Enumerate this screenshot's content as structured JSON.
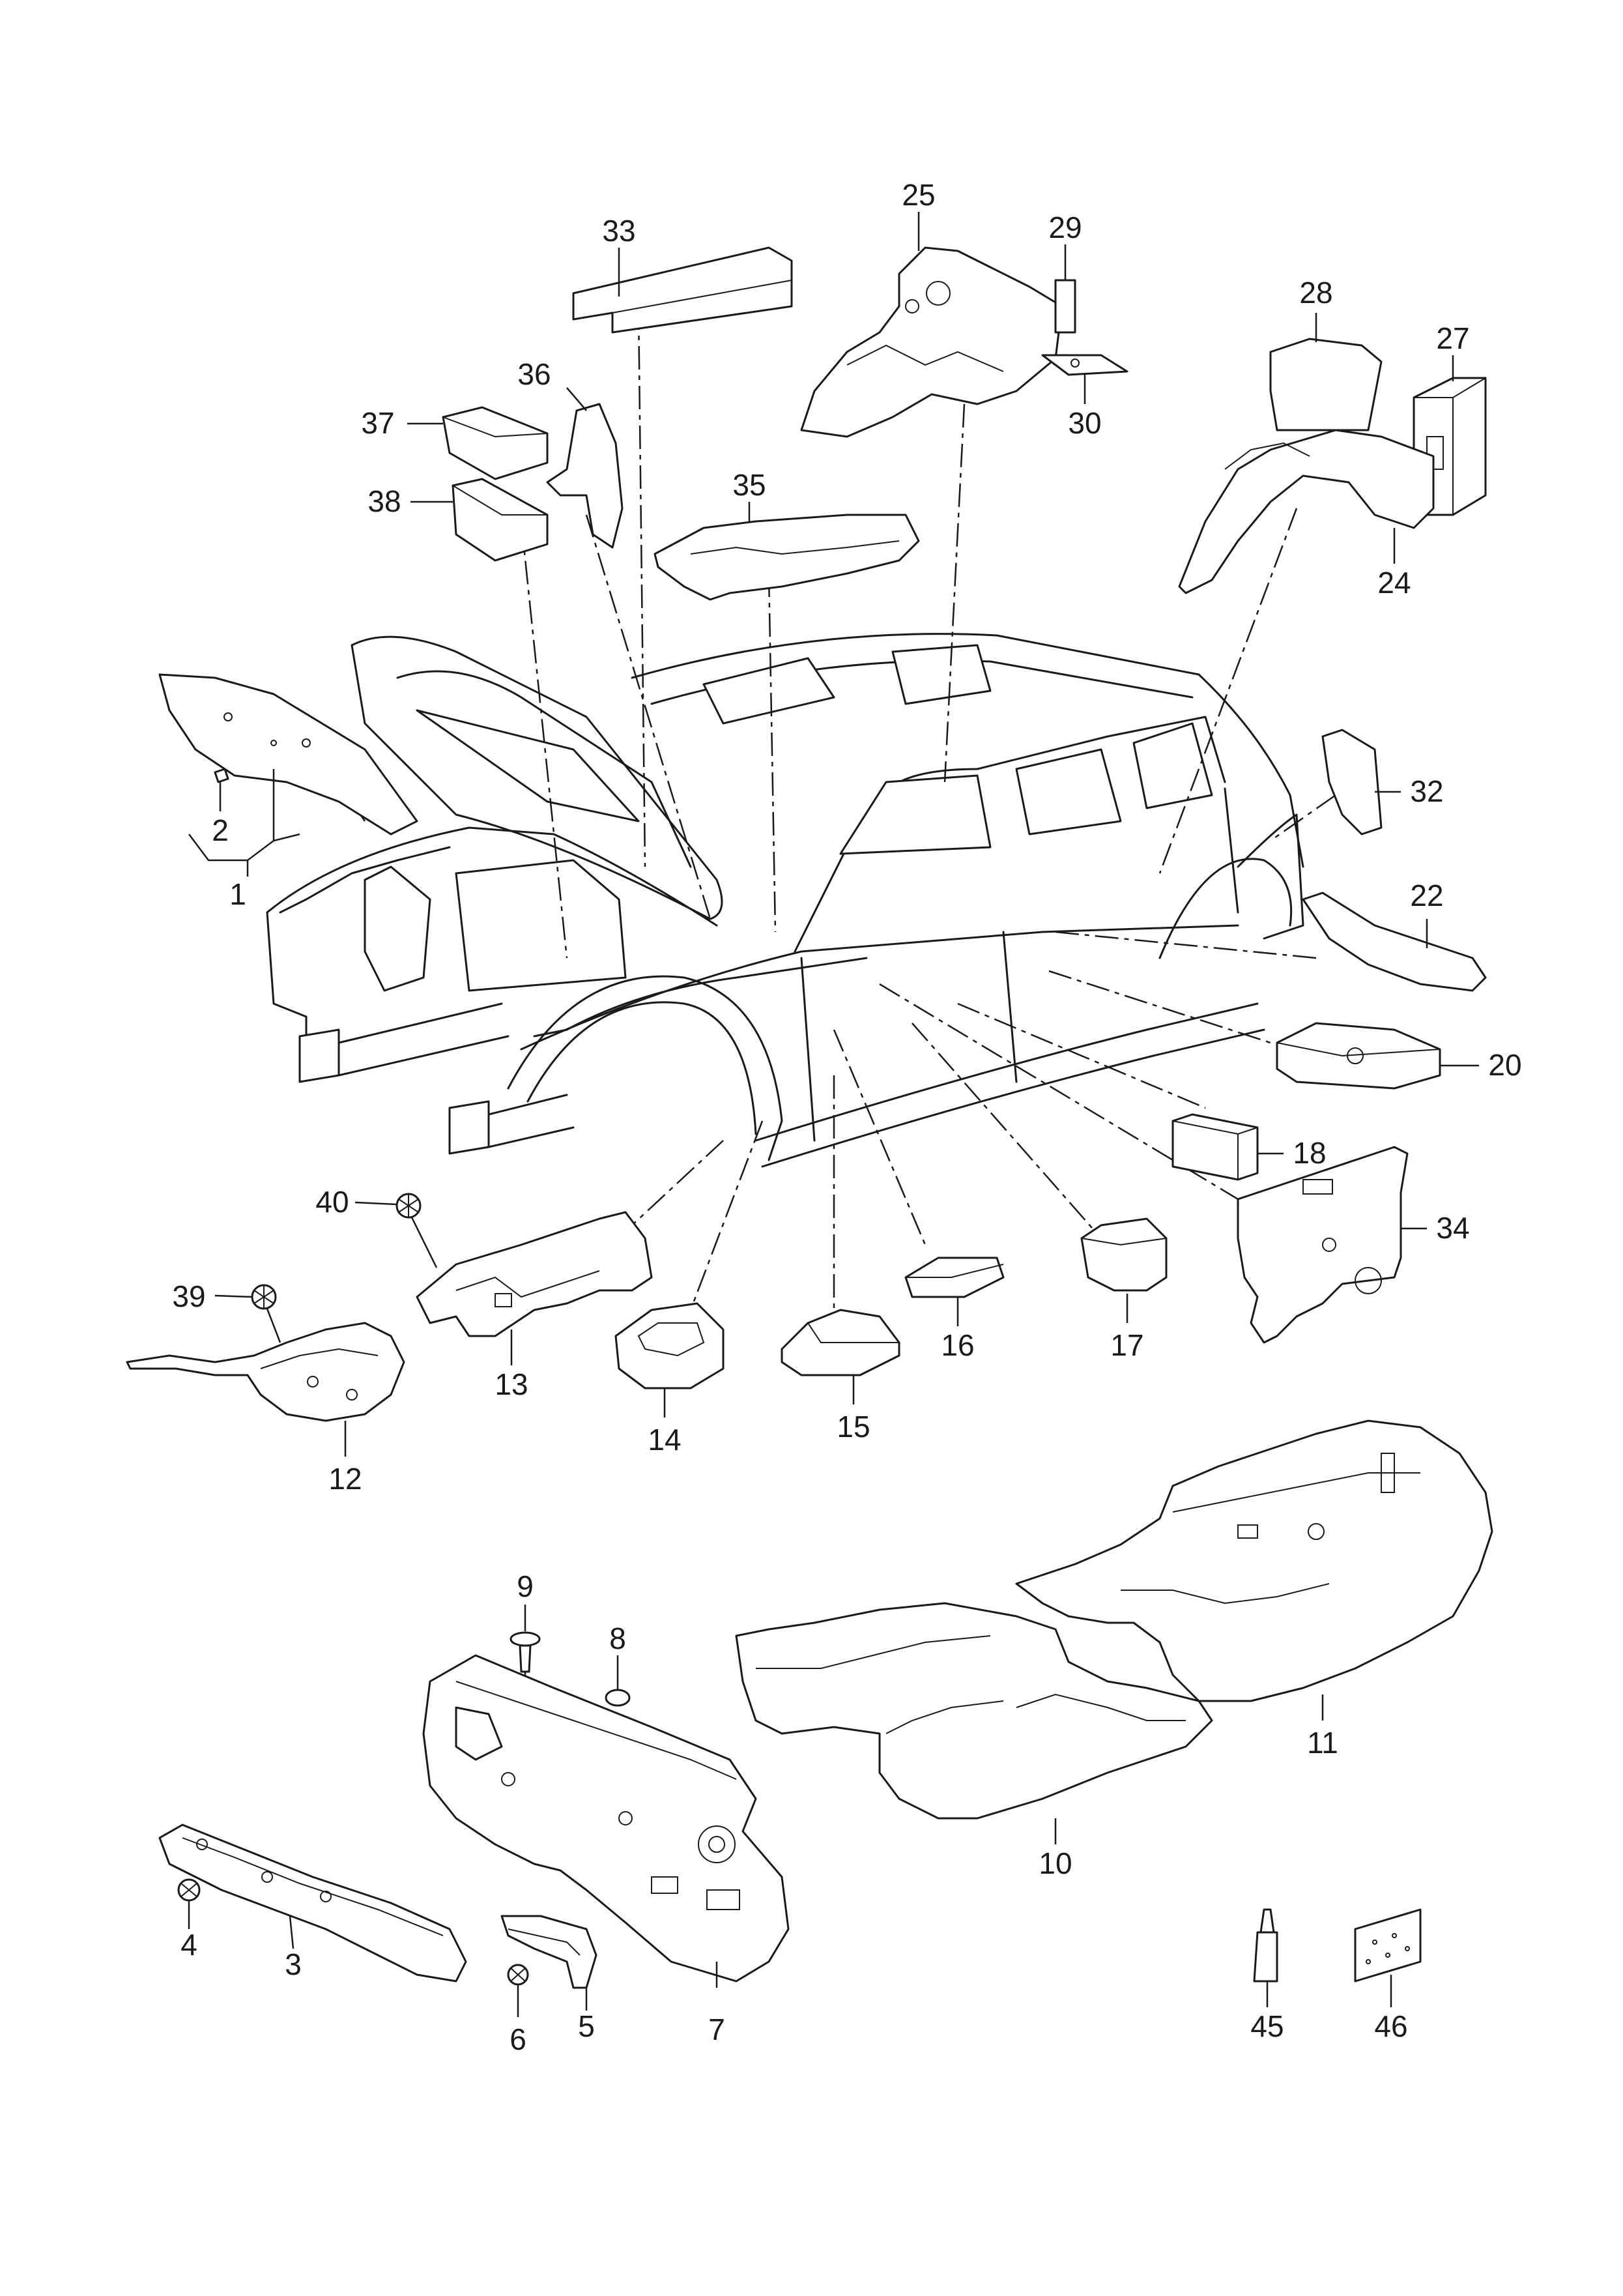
{
  "callouts": [
    "1",
    "2",
    "3",
    "4",
    "5",
    "6",
    "7",
    "8",
    "9",
    "10",
    "11",
    "12",
    "13",
    "14",
    "15",
    "16",
    "17",
    "18",
    "20",
    "22",
    "24",
    "25",
    "27",
    "28",
    "29",
    "30",
    "32",
    "33",
    "34",
    "35",
    "36",
    "37",
    "38",
    "39",
    "40",
    "45",
    "46"
  ],
  "colors": {
    "line": "#1a1a1a",
    "background": "#ffffff"
  }
}
